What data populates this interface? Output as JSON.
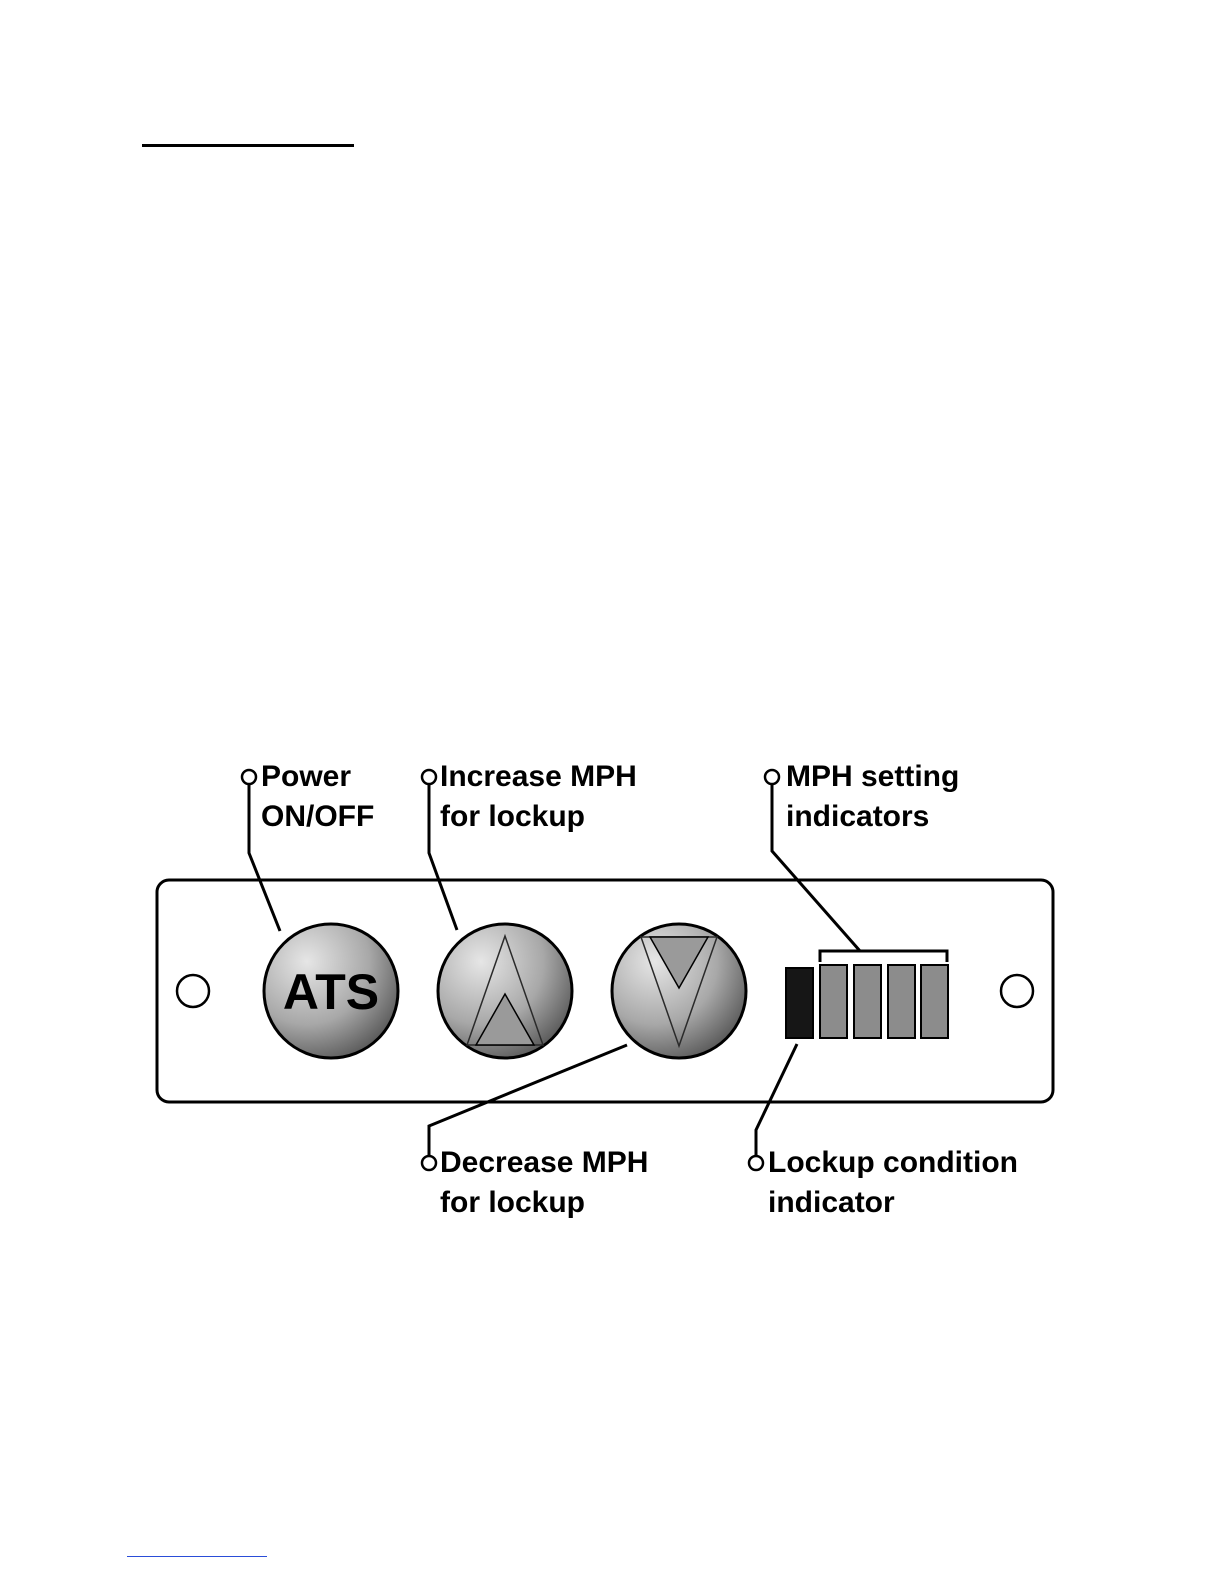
{
  "callouts": {
    "power": {
      "line1": "Power",
      "line2": "ON/OFF"
    },
    "increase": {
      "line1": "Increase MPH",
      "line2": "for lockup"
    },
    "mph_indicators": {
      "line1": "MPH setting",
      "line2": "indicators"
    },
    "decrease": {
      "line1": "Decrease MPH",
      "line2": "for lockup"
    },
    "lockup_indicator": {
      "line1": "Lockup condition",
      "line2": "indicator"
    }
  },
  "panel": {
    "power_button_text": "ATS"
  },
  "indicators": {
    "lockup_lit": true,
    "mph_segments_count_shown": 4
  },
  "colors": {
    "ink": "#000000",
    "segment_gray": "#8c8c8c",
    "lockup_black": "#161616",
    "footnote_link": "#2a4dd8"
  }
}
